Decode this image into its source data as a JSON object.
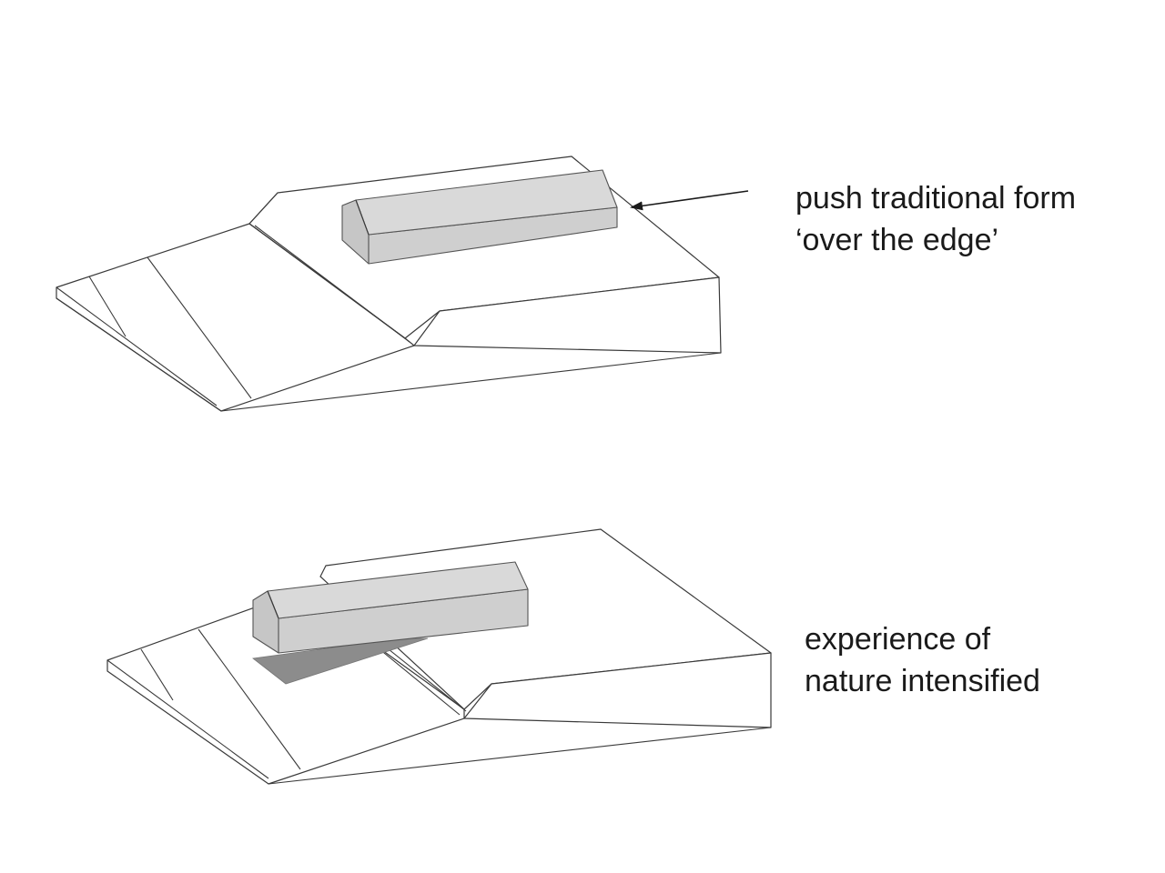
{
  "annotations": {
    "top": {
      "lines": [
        "push traditional form",
        "‘over the edge’"
      ]
    },
    "bottom": {
      "lines": [
        "experience of",
        "nature intensified"
      ]
    }
  },
  "colors": {
    "background": "#ffffff",
    "outline": "#3a3a3a",
    "volume_fill": "#d9d9d9",
    "shadow_fill": "#8c8c8c",
    "text": "#1a1a1a"
  }
}
